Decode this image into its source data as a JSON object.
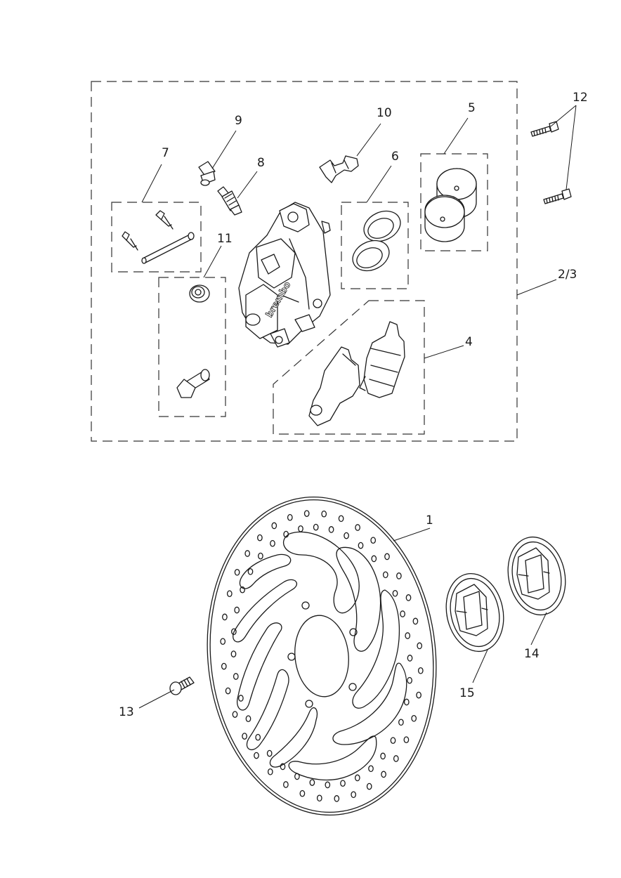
{
  "callouts": {
    "c1": "1",
    "c23": "2/3",
    "c4": "4",
    "c5": "5",
    "c6": "6",
    "c7": "7",
    "c8": "8",
    "c9": "9",
    "c10": "10",
    "c11": "11",
    "c12": "12",
    "c13": "13",
    "c14": "14",
    "c15": "15"
  },
  "caliper_brand": "brembo",
  "colors": {
    "line": "#1a1a1a",
    "background": "#ffffff"
  }
}
